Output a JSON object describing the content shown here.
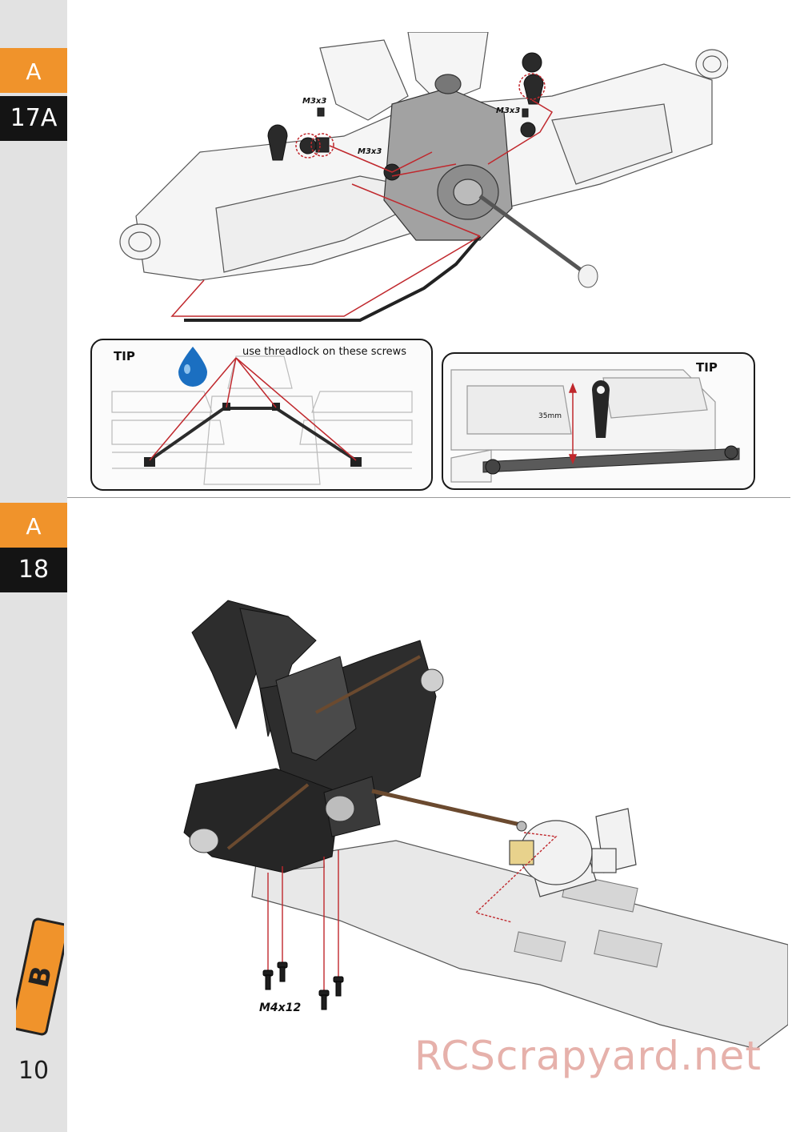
{
  "page": {
    "number": "10",
    "logo_text": "B"
  },
  "steps": [
    {
      "letter": "A",
      "number": "17A"
    },
    {
      "letter": "A",
      "number": "18"
    }
  ],
  "step17a": {
    "screw_callouts": [
      "M3x3",
      "M3x3",
      "M3x3"
    ],
    "tip_left": {
      "title": "TIP",
      "note": "use threadlock on these screws"
    },
    "tip_right": {
      "title": "TIP",
      "dimension": "35mm"
    }
  },
  "step18": {
    "screw_label": "M4x12"
  },
  "watermark": "RCScrapyard.net",
  "colors": {
    "accent_orange": "#f0932b",
    "dark": "#141414",
    "sidebar": "#e2e2e2",
    "callout_red": "#c0282d"
  },
  "icons": [
    "threadlock-drop-icon"
  ]
}
